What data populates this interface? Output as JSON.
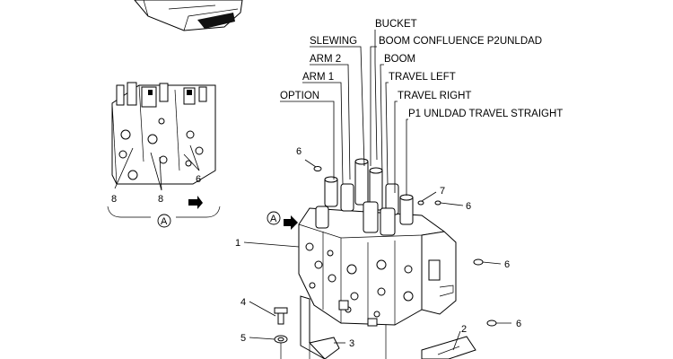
{
  "labels": {
    "bucket": "BUCKET",
    "slewing": "SLEWING",
    "boom_confluence": "BOOM CONFLUENCE P2UNLDAD",
    "arm2": "ARM 2",
    "boom": "BOOM",
    "arm1": "ARM 1",
    "travel_left": "TRAVEL LEFT",
    "option": "OPTION",
    "travel_right": "TRAVEL RIGHT",
    "p1_unldad": "P1 UNLDAD TRAVEL STRAIGHT"
  },
  "callouts": {
    "c1": "1",
    "c2": "2",
    "c3": "3",
    "c4": "4",
    "c5": "5",
    "c6a": "6",
    "c6b": "6",
    "c6c": "6",
    "c6d": "6",
    "c6e": "6",
    "c7": "7",
    "c8a": "8",
    "c8b": "8",
    "view_a_detail": "A",
    "view_a_main": "A"
  }
}
